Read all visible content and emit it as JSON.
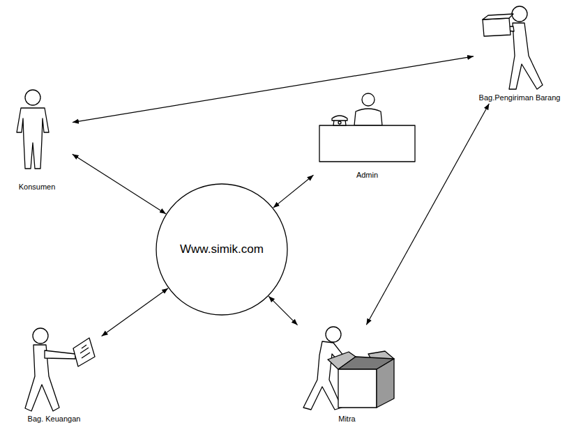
{
  "diagram": {
    "nodes": [
      {
        "text": [
          "Bag.Pengiriman Barang"
        ]
      },
      {
        "text": [
          "Konsumen"
        ]
      },
      {
        "text": [
          "Admin"
        ]
      },
      {
        "text": [
          "Www.simik.com"
        ]
      },
      {
        "text": [
          "Bag. Keuangan"
        ]
      },
      {
        "text": [
          "Mitra"
        ]
      }
    ],
    "edges": [
      {
        "from": 1,
        "to": 0,
        "arrow": "both"
      },
      {
        "from": 1,
        "to": 3,
        "arrow": "both"
      },
      {
        "from": 2,
        "to": 3,
        "arrow": "both"
      },
      {
        "from": 4,
        "to": 3,
        "arrow": "both"
      },
      {
        "from": 3,
        "to": 5,
        "arrow": "both"
      },
      {
        "from": 0,
        "to": 5,
        "arrow": "both"
      }
    ]
  }
}
